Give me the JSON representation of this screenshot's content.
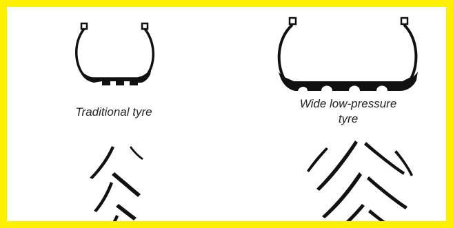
{
  "colors": {
    "border": "#ffef00",
    "ink": "#111111",
    "background": "#ffffff"
  },
  "tyres": [
    {
      "label": "Traditional tyre",
      "profile": "narrow",
      "tread": "narrow-chevron"
    },
    {
      "label": "Wide low-pressure tyre",
      "profile": "wide",
      "tread": "wide-chevron"
    }
  ]
}
